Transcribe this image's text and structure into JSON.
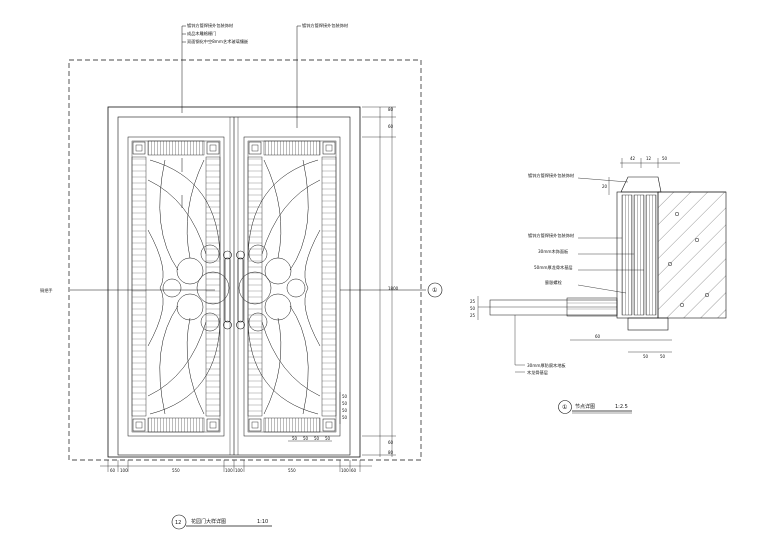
{
  "elevation": {
    "callouts_top_left": [
      "镀锌方管焊接外包装饰材",
      "成品木雕格栅门",
      "双面钢化中空8mm艺术玻璃镶嵌"
    ],
    "callout_top_right": "镀锌方管焊接外包装饰材",
    "callout_left": "铜把手",
    "dims_right": [
      "80",
      "60",
      "1800",
      "60",
      "80"
    ],
    "dims_bottom": [
      "60",
      "100",
      "550",
      "100",
      "100",
      "550",
      "100",
      "60"
    ],
    "dims_inner_bottom": [
      "50",
      "50",
      "50",
      "50"
    ],
    "dims_inner_side": [
      "50",
      "50",
      "50",
      "50"
    ],
    "section_symbol": "①",
    "title_number": "12",
    "title": "花园门大样详图",
    "scale": "1:10"
  },
  "section": {
    "top_dims": [
      "42",
      "12",
      "50"
    ],
    "side_dim_top": "20",
    "notes": [
      "镀锌方管焊接外包装饰材",
      "镀锌方管焊接外包装饰材",
      "30mm木饰面板",
      "50mm厚龙骨木基层",
      "膨胀螺栓"
    ],
    "bottom_notes": [
      "30mm厚防腐木地板",
      "木龙骨基层"
    ],
    "left_dims": [
      "25",
      "50",
      "25"
    ],
    "bottom_dims": [
      "60",
      "50",
      "50"
    ],
    "title_symbol": "①",
    "title": "节点详图",
    "scale": "1:2.5"
  }
}
